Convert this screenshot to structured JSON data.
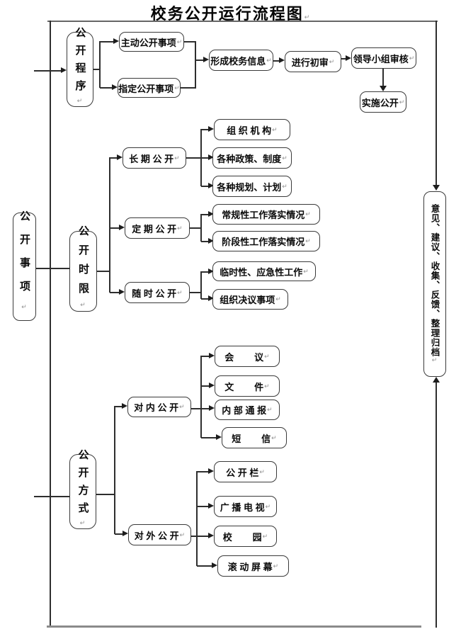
{
  "title": "校务公开运行流程图",
  "marks": {
    "cr": "↵"
  },
  "nodes": {
    "matters": "公开事项",
    "procedure": "公开程序",
    "active_items": "主动公开事项",
    "designated_items": "指定公开事项",
    "form_info": "形成校务信息",
    "initial_review": "进行初审",
    "leading_group_review": "领导小组审核",
    "implement": "实施公开",
    "time_limit": "公开时限",
    "long_term": "长 期 公 开",
    "org_structure": "组 织 机 构",
    "policies": "各种政策、制度",
    "plans": "各种规划、计划",
    "periodic": "定 期 公 开",
    "routine_work": "常规性工作落实情况",
    "phase_work": "阶段性工作落实情况",
    "anytime": "随 时 公 开",
    "temporary_work": "临时性、应急性工作",
    "resolutions": "组织决议事项",
    "method": "公开方式",
    "internal": "对 内 公 开",
    "meeting": "会        议",
    "document": "文        件",
    "internal_bulletin": "内 部 通 报",
    "sms": "短        信",
    "external": "对 外 公 开",
    "bulletin_board": "公 开 栏",
    "broadcast_tv": "广 播 电 视",
    "campus": "校        园",
    "scrolling_screen": "滚 动 屏 幕",
    "feedback": "意见、建议、收集、反馈、整理归档"
  }
}
